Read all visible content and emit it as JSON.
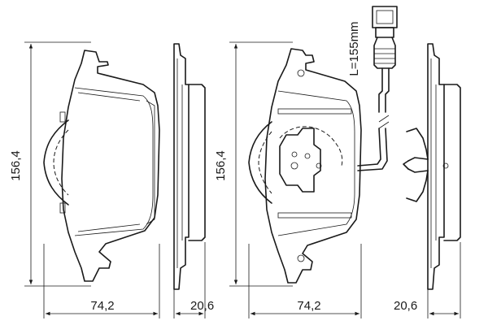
{
  "dimensions": {
    "height_left": "156,4",
    "height_right": "156,4",
    "width_left": "74,2",
    "width_right": "74,2",
    "thickness_left": "20,6",
    "thickness_right": "20,6",
    "wire_length": "L=155mm"
  }
}
